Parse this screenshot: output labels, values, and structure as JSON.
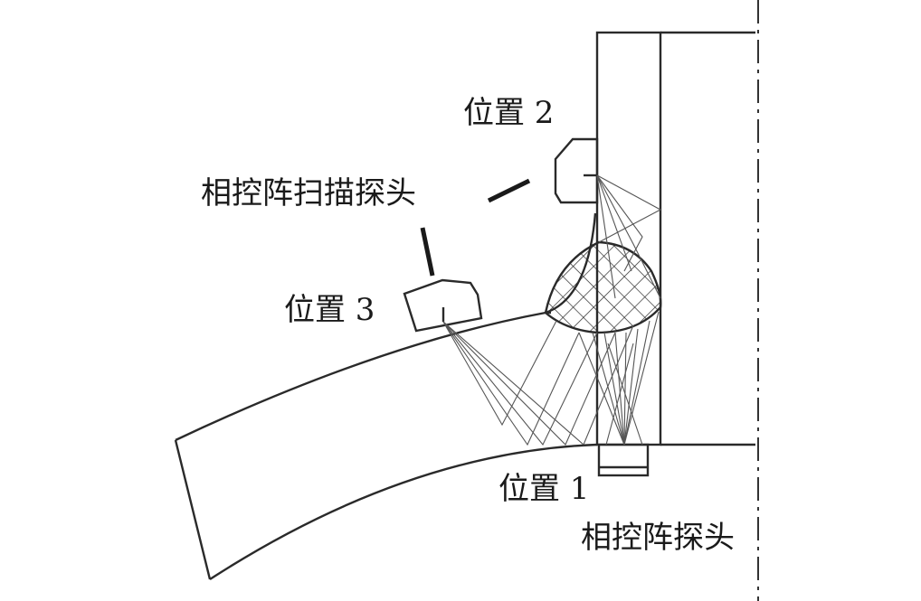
{
  "labels": {
    "position_2": "位置 2",
    "position_3": "位置 3",
    "position_1": "位置 1",
    "phased_array_scan_probe": "相控阵扫描探头",
    "phased_array_probe": "相控阵探头"
  },
  "colors": {
    "line": "#2a2a2a",
    "beam": "#555555",
    "text": "#1a1a1a",
    "background": "#ffffff"
  }
}
